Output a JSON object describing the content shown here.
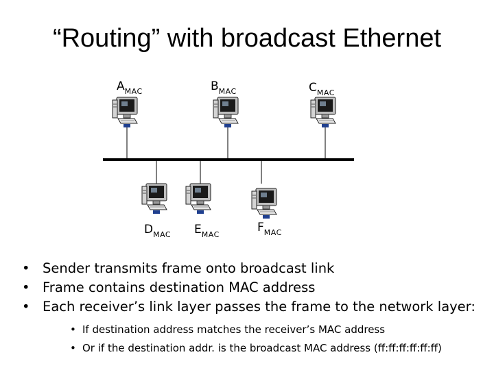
{
  "title": "“Routing” with broadcast Ethernet",
  "hosts_top": [
    {
      "letter": "A",
      "sub": "MAC"
    },
    {
      "letter": "B",
      "sub": "MAC"
    },
    {
      "letter": "C",
      "sub": "MAC"
    }
  ],
  "hosts_bottom": [
    {
      "letter": "D",
      "sub": "MAC"
    },
    {
      "letter": "E",
      "sub": "MAC"
    },
    {
      "letter": "F",
      "sub": "MAC"
    }
  ],
  "icon": "computer-workstation-icon",
  "bullets": [
    "Sender transmits frame onto broadcast link",
    "Frame contains destination MAC address",
    "Each receiver’s link layer passes the frame to the network layer:"
  ],
  "sub_bullets": [
    "If destination address matches the receiver’s MAC address",
    "Or if the destination addr. is the broadcast MAC address (ff:ff:ff:ff:ff:ff)"
  ]
}
